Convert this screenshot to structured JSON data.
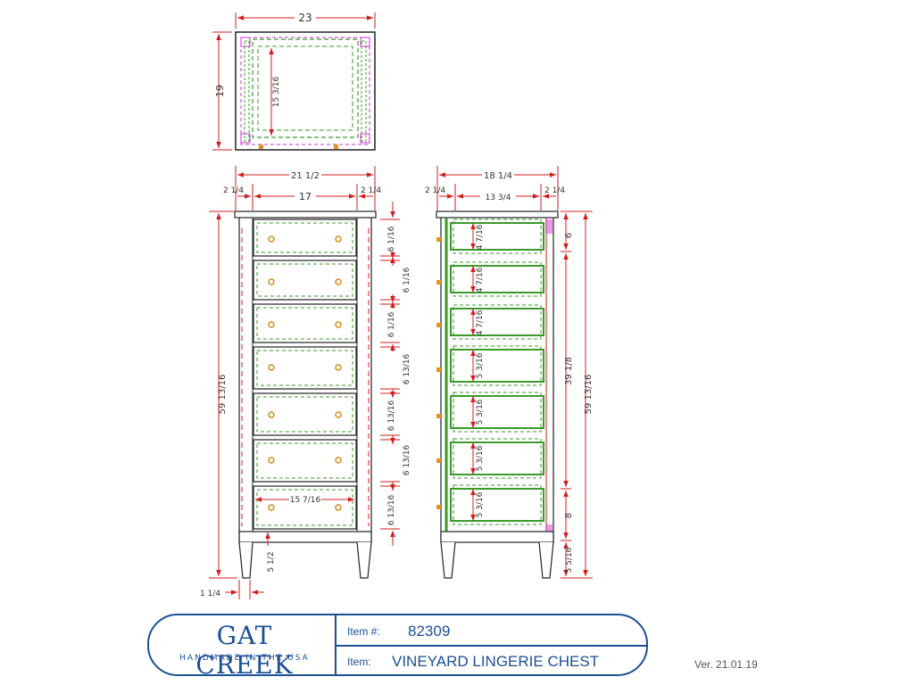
{
  "title_block": {
    "brand": "GAT CREEK",
    "tagline": "HANDMADE IN THE USA",
    "item_number_label": "Item #:",
    "item_number": "82309",
    "item_label": "Item:",
    "item_name": "VINEYARD LINGERIE CHEST"
  },
  "version": "Ver. 21.01.19",
  "dims": {
    "top_width": "23",
    "top_depth": "19",
    "top_inner": "15 3/16",
    "front_width": "21 1/2",
    "front_left_stile": "2 1/4",
    "front_opening": "17",
    "front_right_stile": "2 1/4",
    "front_height": "59 13/16",
    "drawer1": "6 1/16",
    "drawer2": "6 1/16",
    "drawer3": "6 1/16",
    "drawer4": "6 13/16",
    "drawer5": "6 13/16",
    "drawer6": "6 13/16",
    "drawer7": "6 13/16",
    "drawer_width": "15 7/16",
    "front_bottom": "5 1/2",
    "leg": "1 1/4",
    "side_width": "18 1/4",
    "side_left": "2 1/4",
    "side_opening": "13 3/4",
    "side_right": "2 1/4",
    "box1": "4 7/16",
    "box2": "4 7/16",
    "box3": "4 7/16",
    "box4": "5 3/16",
    "box5": "5 3/16",
    "box6": "5 3/16",
    "box7": "5 3/16",
    "side_top": "6",
    "side_mid": "39 1/8",
    "side_total": "59 13/16",
    "side_bottom_gap": "8",
    "side_leg": "5 5/16"
  }
}
